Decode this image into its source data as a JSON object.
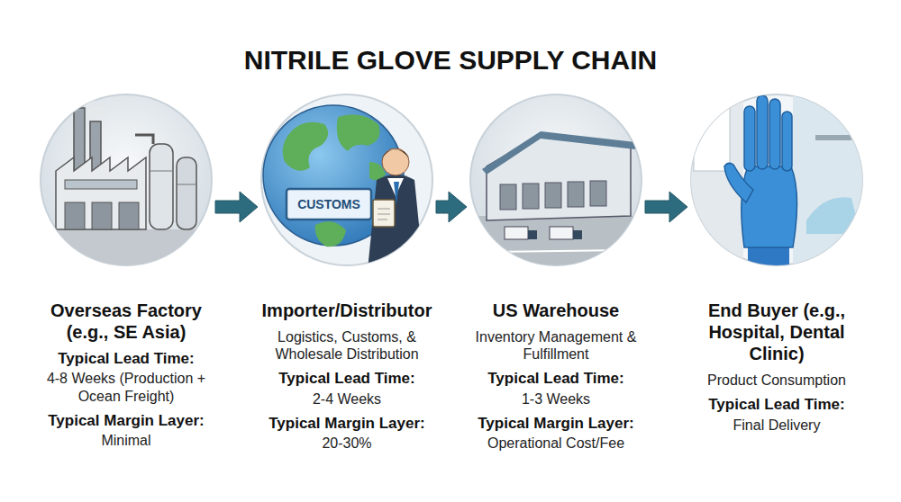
{
  "diagram": {
    "title": "NITRILE GLOVE SUPPLY CHAIN",
    "nodes": [
      {
        "text": [
          "Overseas Factory (e.g., SE Asia)",
          "Typical Lead Time:",
          "4-8 Weeks (Production + Ocean Freight)",
          "Typical Margin Layer:",
          "Minimal"
        ]
      },
      {
        "text": [
          "Importer/Distributor",
          "Logistics, Customs, & Wholesale Distribution",
          "Typical Lead Time:",
          "2-4 Weeks",
          "Typical Margin Layer:",
          "20-30%"
        ]
      },
      {
        "text": [
          "US Warehouse",
          "Inventory Management & Fulfillment",
          "Typical Lead Time:",
          "1-3 Weeks",
          "Typical Margin Layer:",
          "Operational Cost/Fee"
        ]
      },
      {
        "text": [
          "End Buyer (e.g., Hospital, Dental Clinic)",
          "Product Consumption",
          "Typical Lead Time:",
          "Final Delivery"
        ]
      }
    ],
    "edges": [
      {
        "from": 0,
        "to": 1,
        "arrow": "to"
      },
      {
        "from": 1,
        "to": 2,
        "arrow": "to"
      },
      {
        "from": 2,
        "to": 3,
        "arrow": "to"
      }
    ],
    "labels": [
      "CUSTOMS"
    ]
  }
}
